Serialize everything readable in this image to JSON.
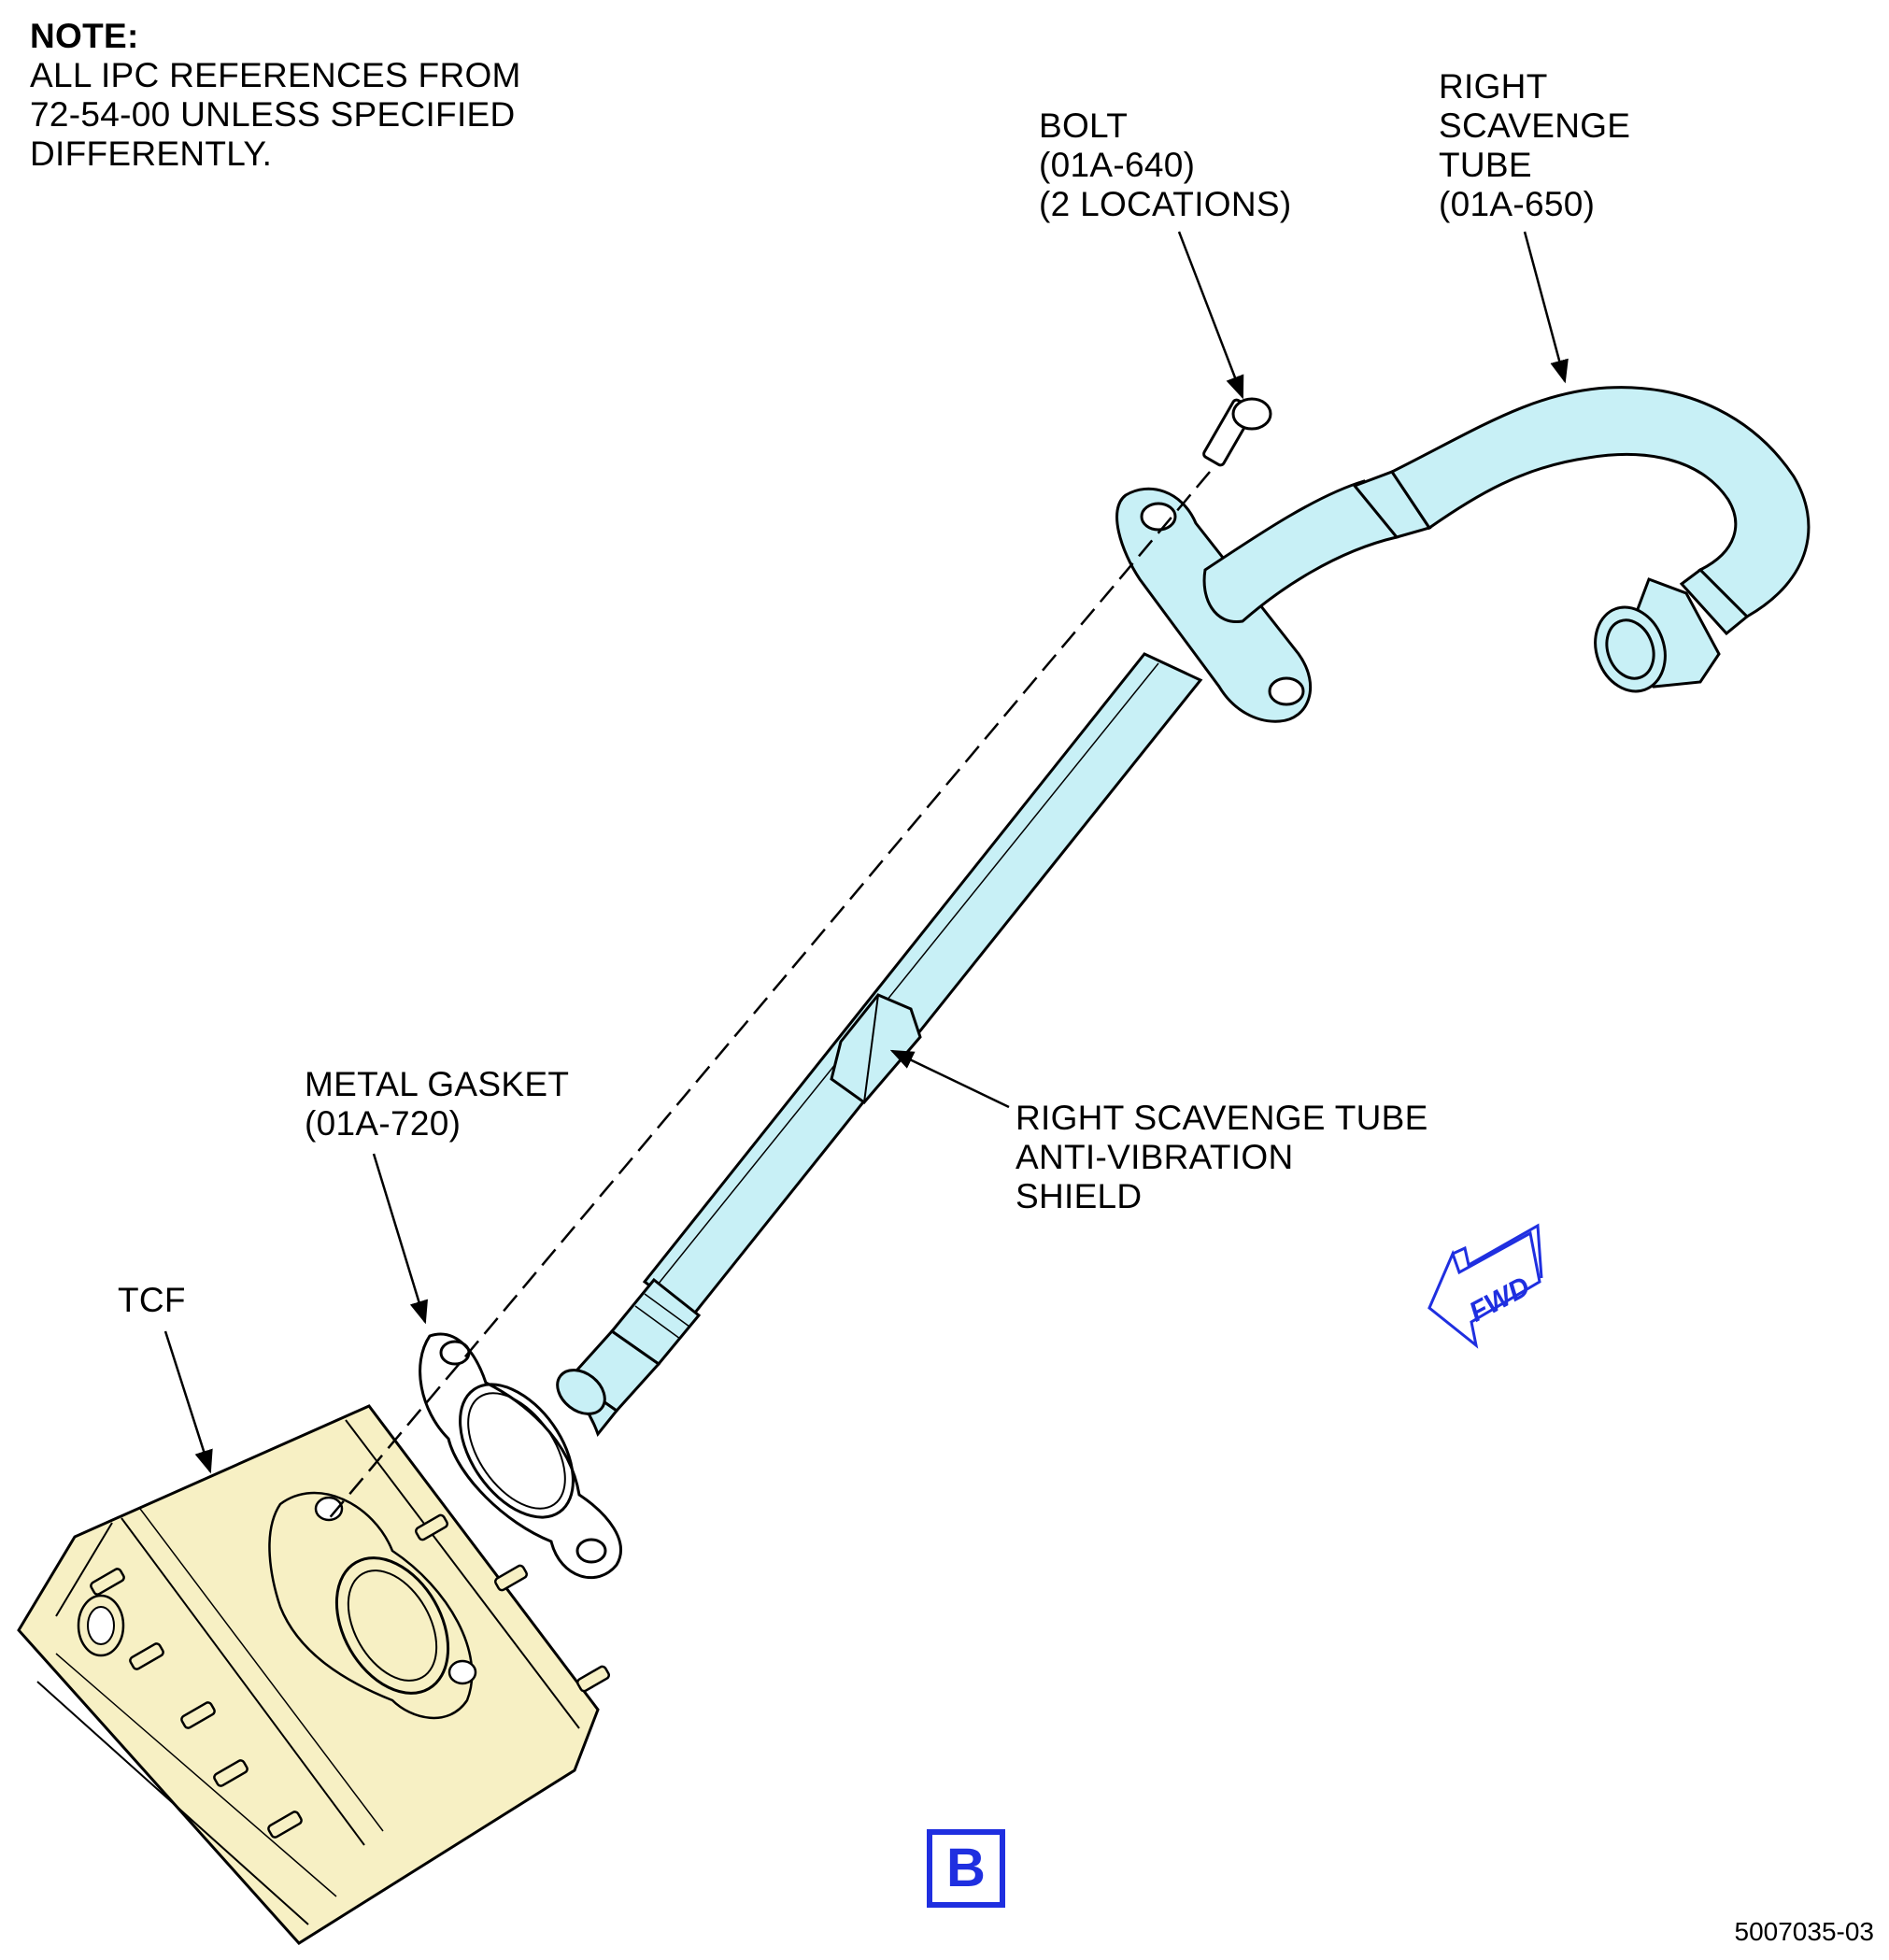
{
  "note": {
    "title": "NOTE:",
    "lines": [
      "ALL IPC REFERENCES FROM",
      "72-54-00 UNLESS SPECIFIED",
      "DIFFERENTLY."
    ]
  },
  "callouts": {
    "bolt": {
      "lines": [
        "BOLT",
        "(01A-640)",
        "(2 LOCATIONS)"
      ]
    },
    "right_scavenge_tube": {
      "lines": [
        "RIGHT",
        "SCAVENGE",
        "TUBE",
        "(01A-650)"
      ]
    },
    "anti_vibration_shield": {
      "lines": [
        "RIGHT SCAVENGE TUBE",
        "ANTI-VIBRATION",
        "SHIELD"
      ]
    },
    "metal_gasket": {
      "lines": [
        "METAL GASKET",
        "(01A-720)"
      ]
    },
    "tcf": {
      "lines": [
        "TCF"
      ]
    }
  },
  "fwd_label": "FWD",
  "view_label": "B",
  "figure_number": "5007035-03",
  "colors": {
    "tube_fill": "#c8f0f6",
    "tcf_fill": "#f7f0c4",
    "outline": "#000000",
    "fwd_blue": "#1f2fe0",
    "view_box_blue": "#1f2fe0"
  }
}
